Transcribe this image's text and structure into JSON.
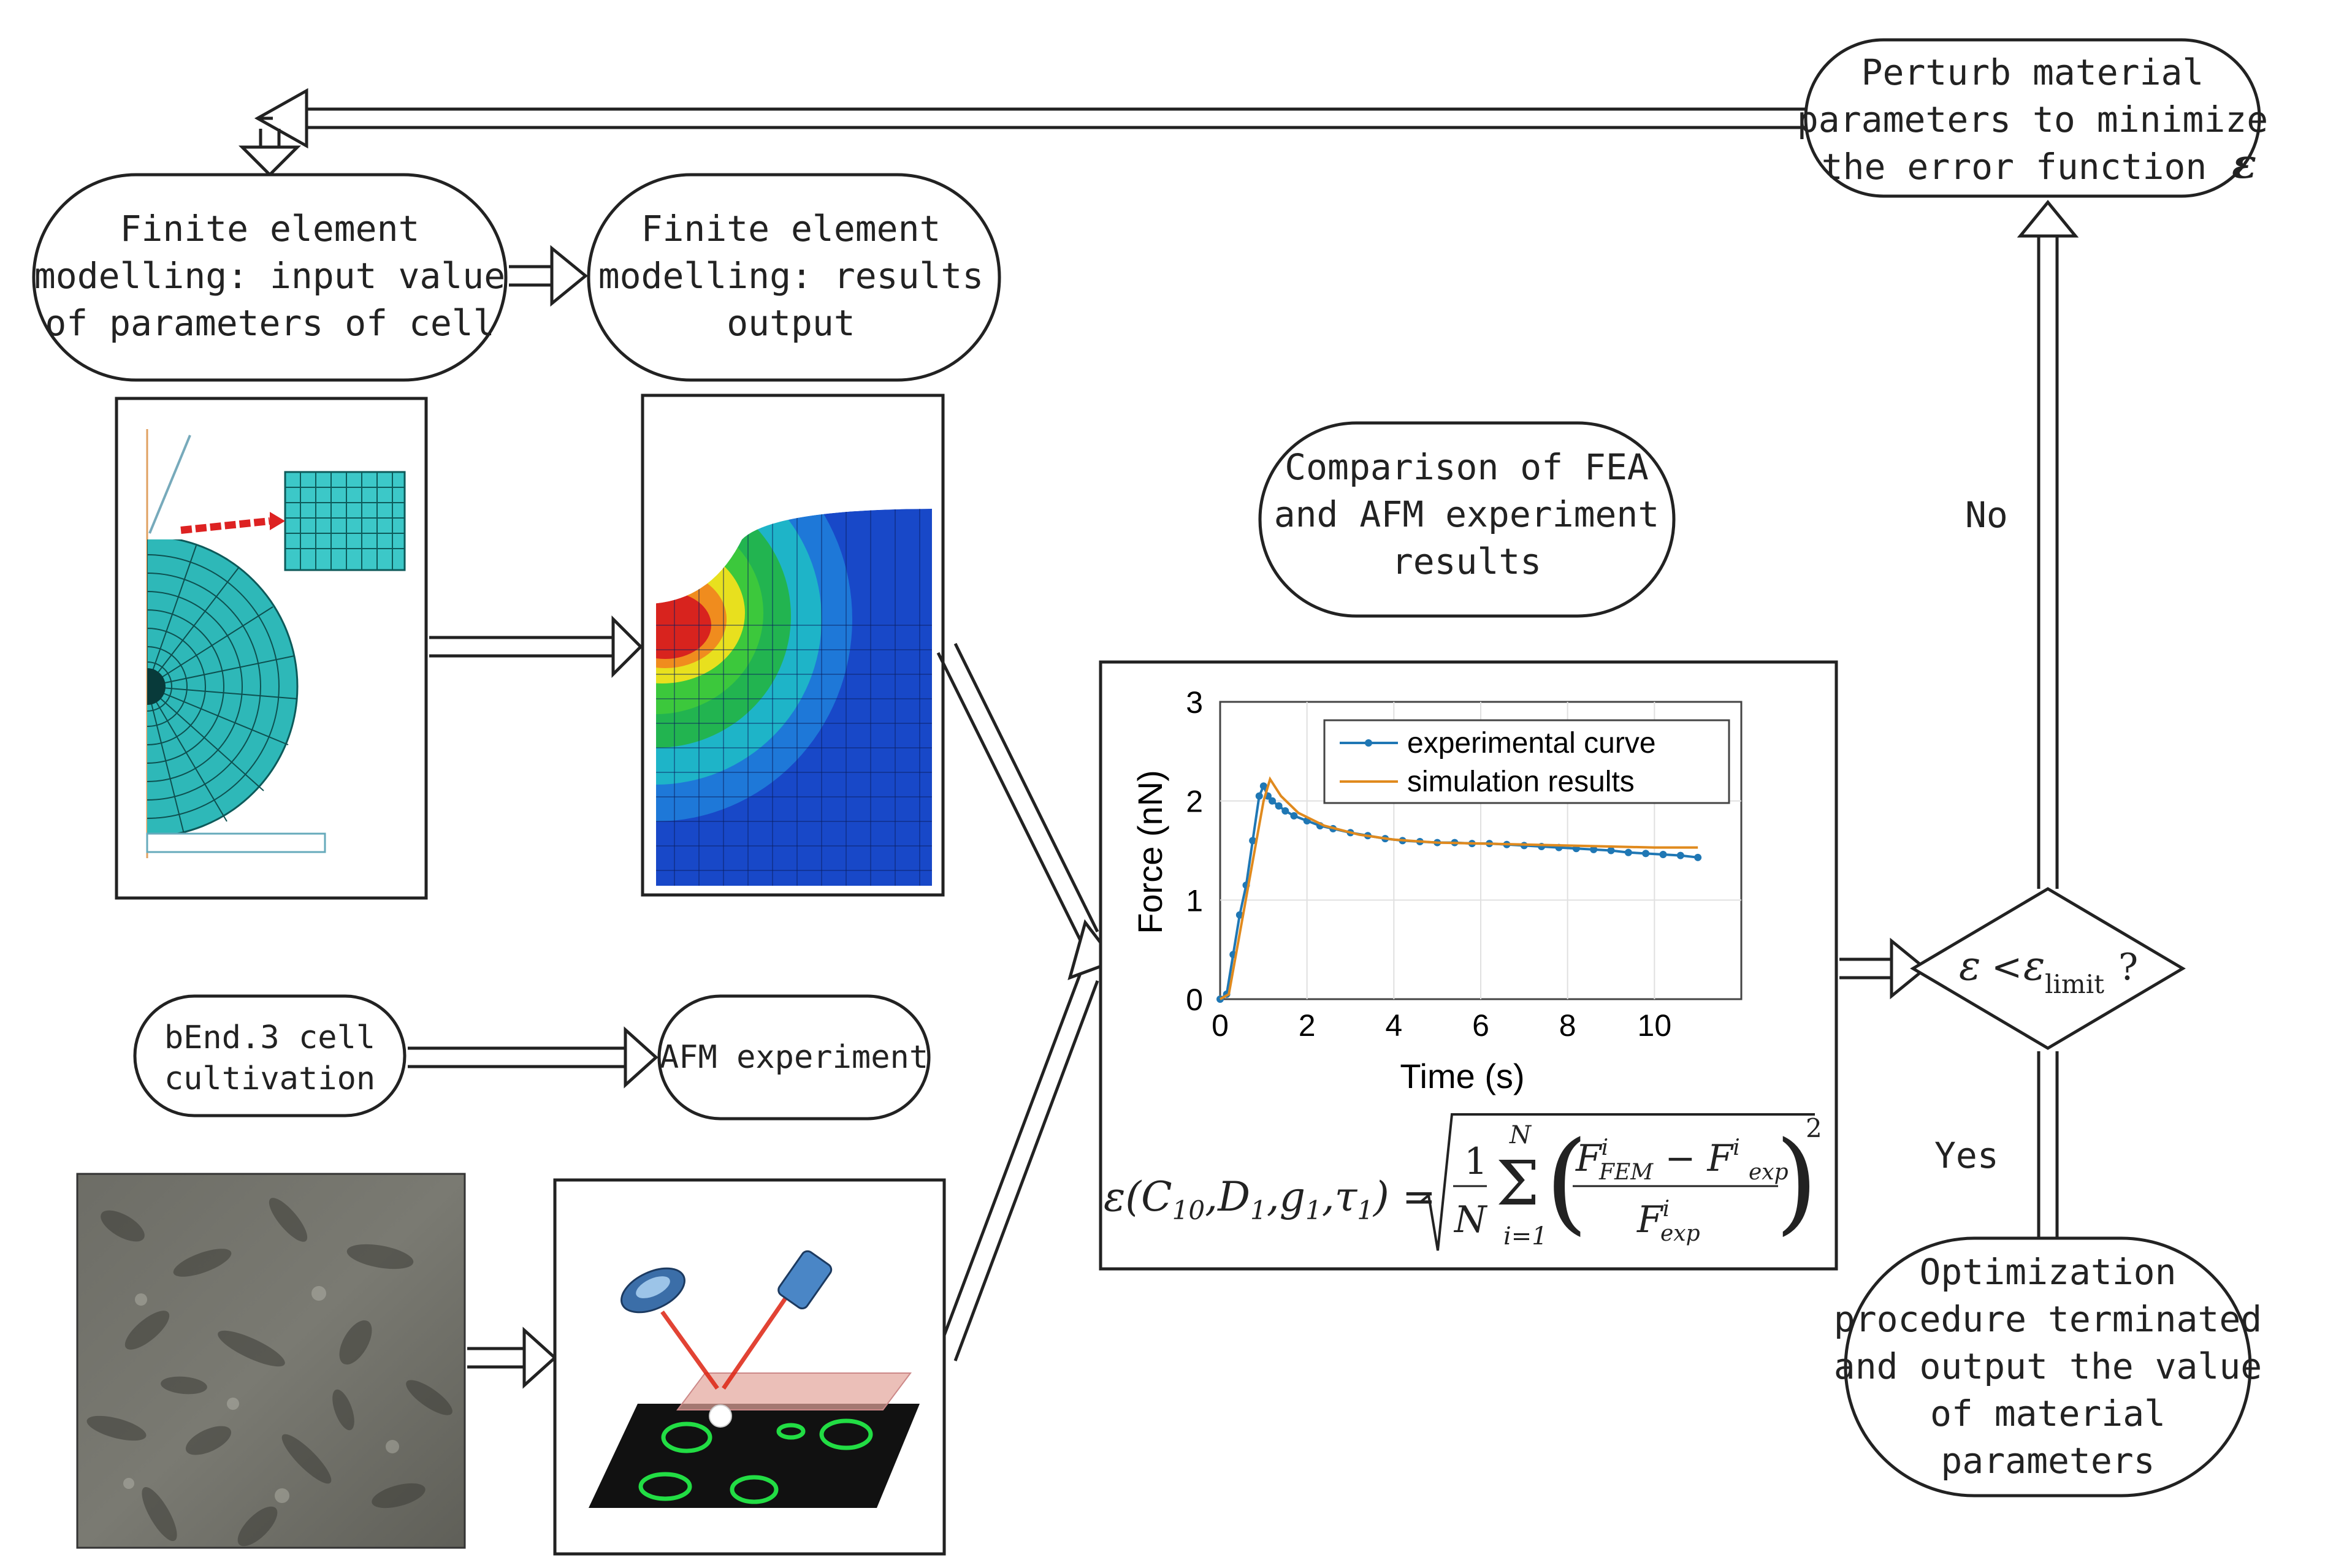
{
  "nodes": {
    "perturb": [
      "Perturb material",
      "parameters to minimize",
      "the error function"
    ],
    "perturb_symbol": "ε",
    "fe_input": [
      "Finite element",
      "modelling: input  value",
      "of parameters of cell"
    ],
    "fe_output": [
      "Finite element",
      "modelling: results",
      "output"
    ],
    "comparison": [
      "Comparison of FEA",
      "and AFM experiment",
      "results"
    ],
    "cultivation": [
      "bEnd.3 cell",
      "cultivation"
    ],
    "afm": "AFM experiment",
    "terminate": [
      "Optimization",
      "procedure terminated",
      "and output the value",
      "of material",
      "parameters"
    ],
    "no": "No",
    "yes": "Yes",
    "decision": {
      "eps": "ε",
      "lt": "<",
      "eps2": "ε",
      "sub": "limit",
      "q": "?"
    }
  },
  "formula": "ε(C10, D1, g1, τ1) = sqrt( (1/N) Σ_{i=1}^{N} ( (F^i_FEM − F^i_exp) / F^i_exp )^2 )",
  "chart_data": {
    "type": "line",
    "xlabel": "Time (s)",
    "ylabel": "Force (nN)",
    "xlim": [
      0,
      12
    ],
    "ylim": [
      0,
      3
    ],
    "xticks": [
      0,
      2,
      4,
      6,
      8,
      10
    ],
    "yticks": [
      0,
      1,
      2,
      3
    ],
    "grid": true,
    "legend_position": "top-right",
    "series": [
      {
        "name": "experimental curve",
        "color": "#1f77b4",
        "marker": "dot",
        "x": [
          0,
          0.15,
          0.3,
          0.45,
          0.6,
          0.75,
          0.9,
          1.0,
          1.1,
          1.2,
          1.35,
          1.5,
          1.7,
          2.0,
          2.3,
          2.6,
          3.0,
          3.4,
          3.8,
          4.2,
          4.6,
          5.0,
          5.4,
          5.8,
          6.2,
          6.6,
          7.0,
          7.4,
          7.8,
          8.2,
          8.6,
          9.0,
          9.4,
          9.8,
          10.2,
          10.6,
          11.0
        ],
        "y": [
          0,
          0.05,
          0.45,
          0.85,
          1.15,
          1.6,
          2.05,
          2.15,
          2.05,
          2.0,
          1.95,
          1.9,
          1.85,
          1.8,
          1.75,
          1.72,
          1.68,
          1.65,
          1.62,
          1.6,
          1.59,
          1.58,
          1.58,
          1.57,
          1.57,
          1.56,
          1.55,
          1.54,
          1.53,
          1.52,
          1.51,
          1.5,
          1.48,
          1.47,
          1.46,
          1.45,
          1.43
        ]
      },
      {
        "name": "simulation results",
        "color": "#e08a1e",
        "marker": "none",
        "x": [
          0,
          0.2,
          1.0,
          1.15,
          1.4,
          1.8,
          2.4,
          3.2,
          4.0,
          5.0,
          6.0,
          7.0,
          8.0,
          9.0,
          10.0,
          11.0
        ],
        "y": [
          0,
          0.05,
          2.0,
          2.22,
          2.05,
          1.88,
          1.75,
          1.66,
          1.61,
          1.58,
          1.57,
          1.56,
          1.55,
          1.54,
          1.53,
          1.53
        ]
      }
    ]
  },
  "colors": {
    "line": "#222222",
    "mesh_cyan": "#3cc8c8",
    "mesh_dark": "#127a7a",
    "fem_red": "#d8231e",
    "fem_yellow": "#f0e01e",
    "fem_green": "#28b43c",
    "fem_cyan": "#1ec8c8",
    "fem_blue": "#1e50c8",
    "fem_dark": "#0c28a0",
    "laser": "#dd2211",
    "afm_green": "#22dd44"
  }
}
